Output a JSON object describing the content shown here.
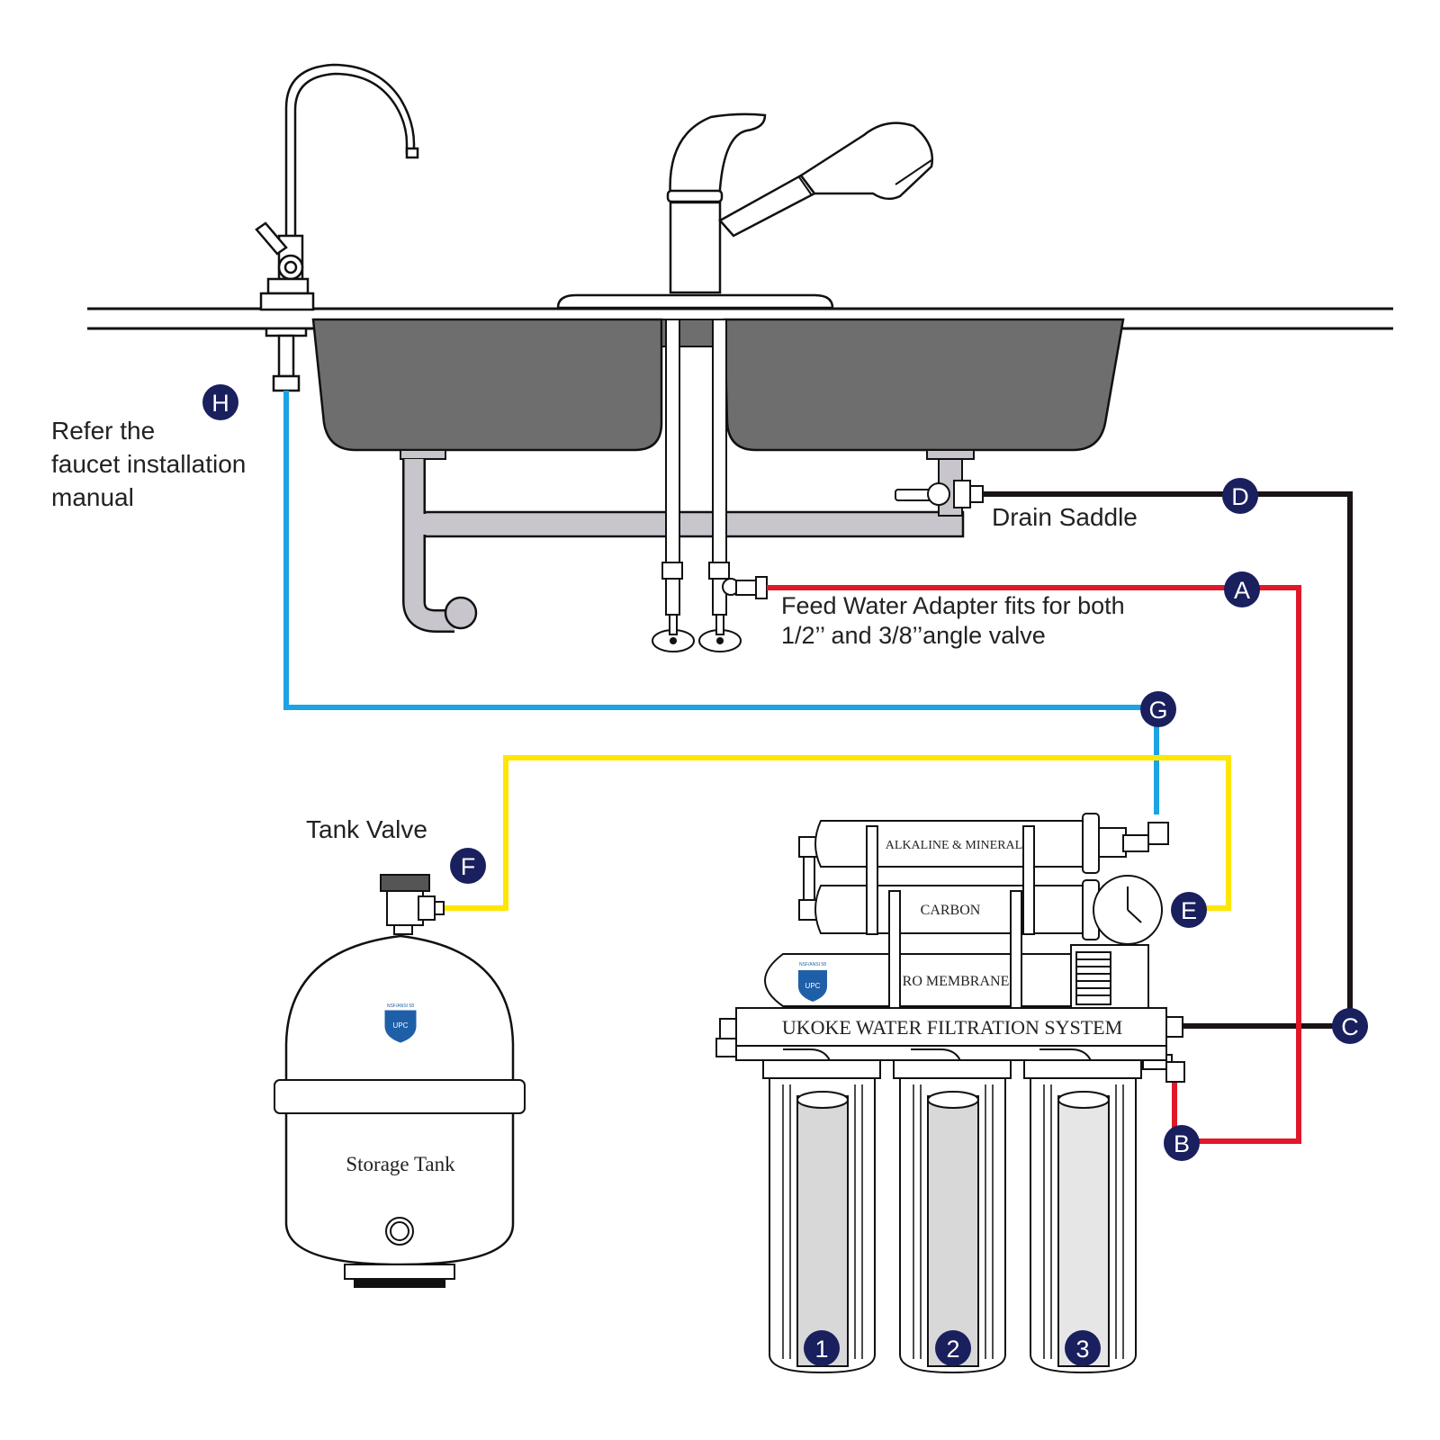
{
  "labels": {
    "faucet_note": [
      "Refer the",
      "faucet installation",
      "manual"
    ],
    "drain_saddle": "Drain Saddle",
    "feed_adapter": [
      "Feed Water Adapter fits for both",
      "1/2’’ and 3/8’’angle valve"
    ],
    "tank_valve": "Tank Valve",
    "storage_tank": "Storage Tank",
    "system_name": "UKOKE WATER FILTRATION  SYSTEM",
    "alkaline": "ALKALINE & MINERAL",
    "carbon": "CARBON",
    "ro_membrane": "RO MEMBRANE",
    "cert_mark": "NSF/ANSI 58",
    "cert_logo": "UPC"
  },
  "markers": [
    "A",
    "B",
    "C",
    "D",
    "E",
    "F",
    "G",
    "H",
    "1",
    "2",
    "3"
  ],
  "colors": {
    "marker": "#1a1f5e",
    "line_red": "#e0182a",
    "line_black": "#1a1414",
    "line_blue": "#1ba3e3",
    "line_yellow": "#ffe600",
    "sink": "#6e6e6e",
    "pipe": "#c9c5cd"
  }
}
